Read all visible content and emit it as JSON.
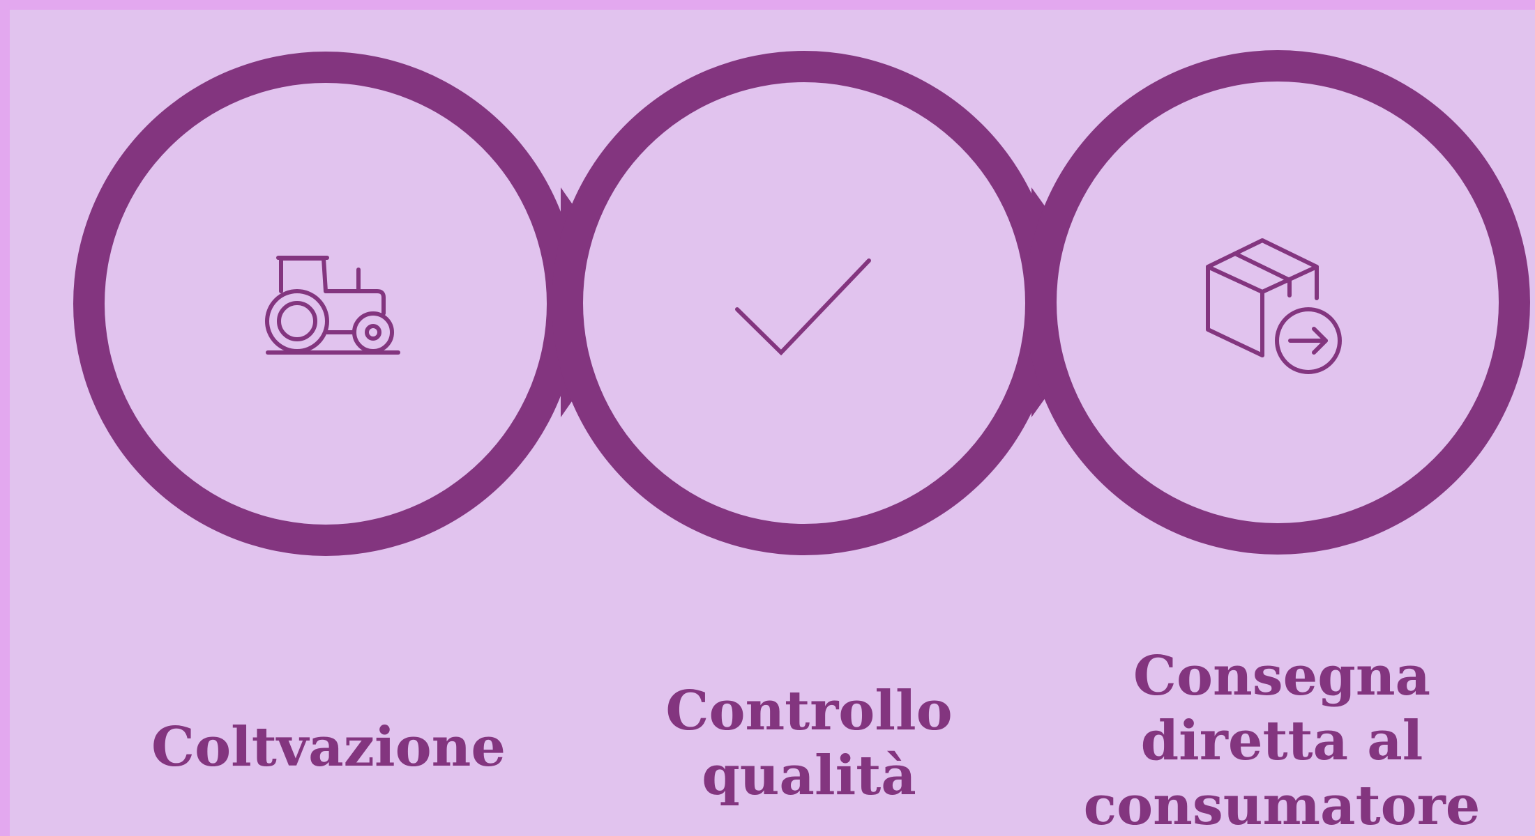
{
  "theme": {
    "background": "#e1c3ee",
    "border": "#e3a8ef",
    "accent": "#83357f",
    "ring_inner": "#e1c3ee"
  },
  "steps": [
    {
      "icon": "tractor-icon",
      "label": "Coltvazione"
    },
    {
      "icon": "checkmark-icon",
      "label": "Controllo\nqualità"
    },
    {
      "icon": "package-delivery-icon",
      "label": "Consegna\ndiretta al\nconsumatore"
    }
  ]
}
